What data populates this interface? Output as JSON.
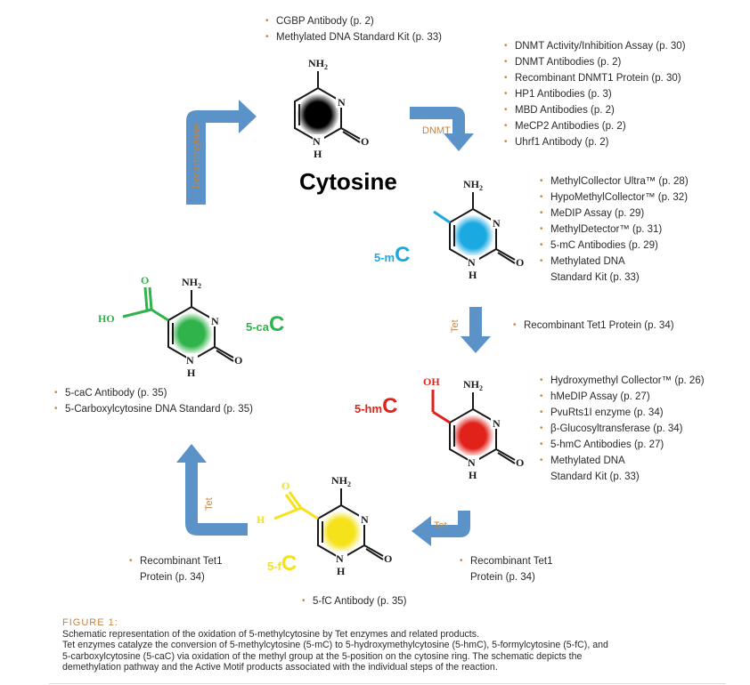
{
  "lists": {
    "cytosine": [
      "CGBP Antibody (p. 2)",
      "Methylated DNA Standard Kit (p. 33)"
    ],
    "dnmt": [
      "DNMT Activity/Inhibition Assay (p. 30)",
      "DNMT Antibodies (p. 2)",
      "Recombinant DNMT1 Protein (p. 30)",
      "HP1 Antibodies (p. 3)",
      "MBD Antibodies (p. 2)",
      "MeCP2 Antibodies (p. 2)",
      "Uhrf1 Antibody (p. 2)"
    ],
    "fivemc": [
      "MethylCollector Ultra™ (p. 28)",
      "HypoMethylCollector™ (p. 32)",
      "MeDIP Assay (p. 29)",
      "MethylDetector™ (p. 31)",
      "5-mC Antibodies (p. 29)",
      "Methylated DNA",
      "Standard Kit (p. 33)"
    ],
    "tet1": [
      "Recombinant Tet1 Protein (p. 34)"
    ],
    "fivehmc": [
      "Hydroxymethyl Collector™ (p. 26)",
      "hMeDIP Assay (p. 27)",
      "PvuRts1I enzyme (p. 34)",
      "β-Glucosyltransferase (p. 34)",
      "5-hmC Antibodies (p. 27)",
      "Methylated DNA",
      "Standard Kit (p. 33)"
    ],
    "tet_right": [
      "Recombinant Tet1",
      "Protein (p. 34)"
    ],
    "tet_left": [
      "Recombinant Tet1",
      "Protein (p. 34)"
    ],
    "fivefc": [
      "5-fC Antibody (p. 35)"
    ],
    "fivecac": [
      "5-caC Antibody (p. 35)",
      "5-Carboxylcytosine DNA Standard (p. 35)"
    ]
  },
  "molecules": {
    "cytosine": {
      "name": "Cytosine",
      "color": "#000000"
    },
    "fivemc": {
      "label_main": "5-m",
      "label_big": "C",
      "color": "#1ba9e1"
    },
    "fivehmc": {
      "label_main": "5-hm",
      "label_big": "C",
      "color": "#e0221b"
    },
    "fivefc": {
      "label_main": "5-f",
      "label_big": "C",
      "color": "#f5e21a"
    },
    "fivecac": {
      "label_main": "5-ca",
      "label_big": "C",
      "color": "#2fb34a"
    }
  },
  "atoms": {
    "N": "N",
    "H": "H",
    "O": "O",
    "NH": "NH",
    "sub2": "2",
    "OH": "OH",
    "HO": "HO"
  },
  "enzymes": {
    "dnmt": "DNMT",
    "tet_down": "Tet",
    "tet_left": "Tet",
    "tet_up": "Tet",
    "decarboxylase": "Decarboxylase"
  },
  "colors": {
    "arrow": "#5b92c7",
    "accent": "#c7843d"
  },
  "caption": {
    "title": "FIGURE 1:",
    "line1": "Schematic representation of the oxidation of 5-methylcytosine by Tet enzymes and related products.",
    "line2": "Tet enzymes catalyze the conversion of 5-methylcytosine (5-mC) to 5-hydroxymethylcytosine (5-hmC), 5-formylcytosine (5-fC), and",
    "line3": "5-carboxylcytosine (5-caC) via oxidation of the methyl group at the 5-position on the cytosine ring. The schematic depicts the",
    "line4": "demethylation pathway and the Active Motif products associated with the individual steps of the reaction."
  }
}
